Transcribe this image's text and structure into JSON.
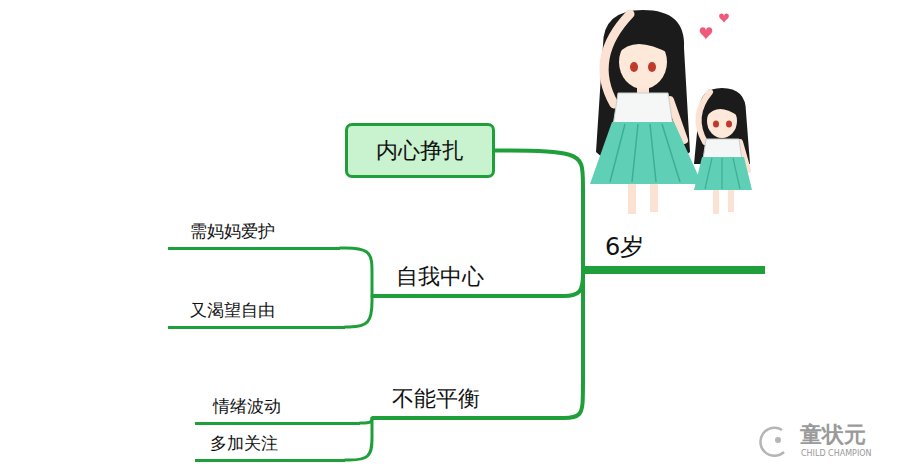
{
  "diagram": {
    "nodes": [
      {
        "text": [
          "6岁"
        ]
      },
      {
        "text": [
          "内心挣扎"
        ]
      },
      {
        "text": [
          "自我中心"
        ]
      },
      {
        "text": [
          "不能平衡"
        ]
      },
      {
        "text": [
          "需妈妈爱护"
        ]
      },
      {
        "text": [
          "又渴望自由"
        ]
      },
      {
        "text": [
          "情绪波动"
        ]
      },
      {
        "text": [
          "多加关注"
        ]
      }
    ],
    "edges": [
      {
        "from": 0,
        "to": 1,
        "arrow": "none"
      },
      {
        "from": 0,
        "to": 2,
        "arrow": "none"
      },
      {
        "from": 0,
        "to": 3,
        "arrow": "none"
      },
      {
        "from": 2,
        "to": 4,
        "arrow": "none"
      },
      {
        "from": 2,
        "to": 5,
        "arrow": "none"
      },
      {
        "from": 3,
        "to": 6,
        "arrow": "none"
      },
      {
        "from": 3,
        "to": 7,
        "arrow": "none"
      }
    ],
    "labels": [
      "童状元",
      "CHILD CHAMPION"
    ]
  }
}
